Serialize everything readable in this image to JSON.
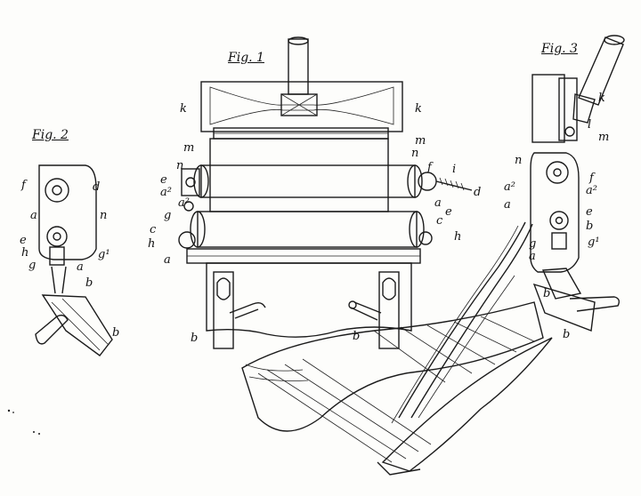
{
  "figures": {
    "fig1": "Fig. 1",
    "fig2": "Fig. 2",
    "fig3": "Fig. 3"
  },
  "labels": {
    "fig1_k_left": "k",
    "fig1_k_right": "k",
    "fig1_m_left": "m",
    "fig1_m_right": "m",
    "fig1_n_left": "n",
    "fig1_n_right": "n",
    "fig1_f_right": "f",
    "fig1_i": "i",
    "fig1_d": "d",
    "fig1_e_left": "e",
    "fig1_a2_left": "a²",
    "fig1_a2_mid": "a²",
    "fig1_g": "g",
    "fig1_c_left": "c",
    "fig1_h_left": "h",
    "fig1_a_left": "a",
    "fig1_a_right": "a",
    "fig1_e_right": "e",
    "fig1_c_right": "c",
    "fig1_h_right": "h",
    "fig1_b_left": "b",
    "fig1_b_mid": "b",
    "fig2_f": "f",
    "fig2_d": "d",
    "fig2_a": "a",
    "fig2_n": "n",
    "fig2_e": "e",
    "fig2_h": "h",
    "fig2_g": "g",
    "fig2_g1": "g¹",
    "fig2_a_low": "a",
    "fig2_b_top": "b",
    "fig2_b_bottom": "b",
    "fig3_k": "k",
    "fig3_l": "l",
    "fig3_m": "m",
    "fig3_n": "n",
    "fig3_f": "f",
    "fig3_a2_left": "a²",
    "fig3_a2_right": "a²",
    "fig3_a_left": "a",
    "fig3_e": "e",
    "fig3_b_mid": "b",
    "fig3_g": "g",
    "fig3_a_low": "a",
    "fig3_g1": "g¹",
    "fig3_b_low": "b",
    "fig3_b_bottom": "b"
  }
}
